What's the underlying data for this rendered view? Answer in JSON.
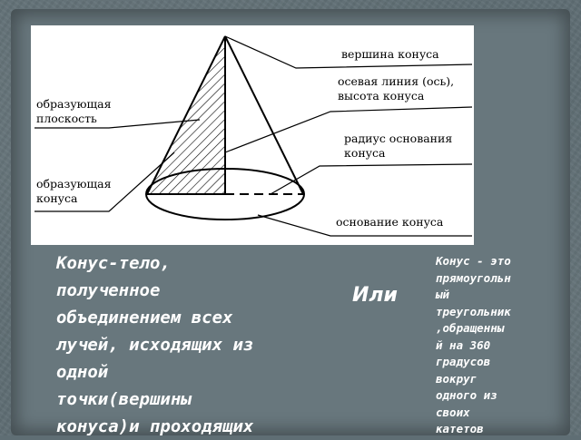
{
  "diagram": {
    "labels": {
      "apex": "вершина конуса",
      "axis_line1": "осевая линия (ось),",
      "axis_line2": "высота конуса",
      "plane_line1": "образующая",
      "plane_line2": "плоскость",
      "radius_line1": "радиус основания",
      "radius_line2": "конуса",
      "generatrix_line1": "образующая",
      "generatrix_line2": "конуса",
      "base": "основание конуса"
    }
  },
  "definition_text": "Конус-тело,\nполученное\nобъединением всех\nлучей, исходящих из\nодной\nточки(вершины\nконуса)и проходящих",
  "or_label": "Или",
  "alt_definition_text": "Конус - это\nпрямоугольн\nый\nтреугольник\n,обращенны\nй на 360\nградусов\nвокруг\nодного из\nсвоих\nкатетов"
}
